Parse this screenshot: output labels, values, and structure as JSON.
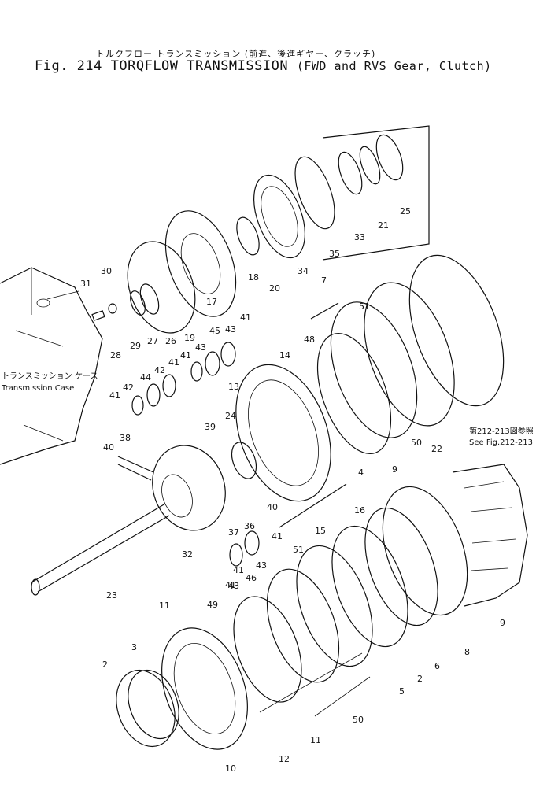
{
  "title": {
    "japanese": "トルクフロー トランスミッション (前進、後進ギヤー、クラッチ)",
    "figure": "Fig. 214",
    "name": "TORQFLOW TRANSMISSION",
    "subtitle": "(FWD and RVS Gear, Clutch)"
  },
  "annotations": {
    "case_jp": "トランスミッション ケース",
    "case_en": "Transmission Case",
    "ref_jp": "第212-213図参照",
    "ref_en": "See Fig.212-213"
  },
  "callouts": [
    "25",
    "21",
    "33",
    "35",
    "34",
    "20",
    "18",
    "17",
    "19",
    "26",
    "27",
    "29",
    "28",
    "31",
    "30",
    "7",
    "51",
    "48",
    "14",
    "13",
    "24",
    "39",
    "40",
    "38",
    "45",
    "43",
    "41",
    "42",
    "44",
    "36",
    "37",
    "32",
    "23",
    "16",
    "15",
    "4",
    "50",
    "22",
    "9",
    "46",
    "49",
    "11",
    "3",
    "2",
    "10",
    "12",
    "8",
    "6",
    "5"
  ]
}
